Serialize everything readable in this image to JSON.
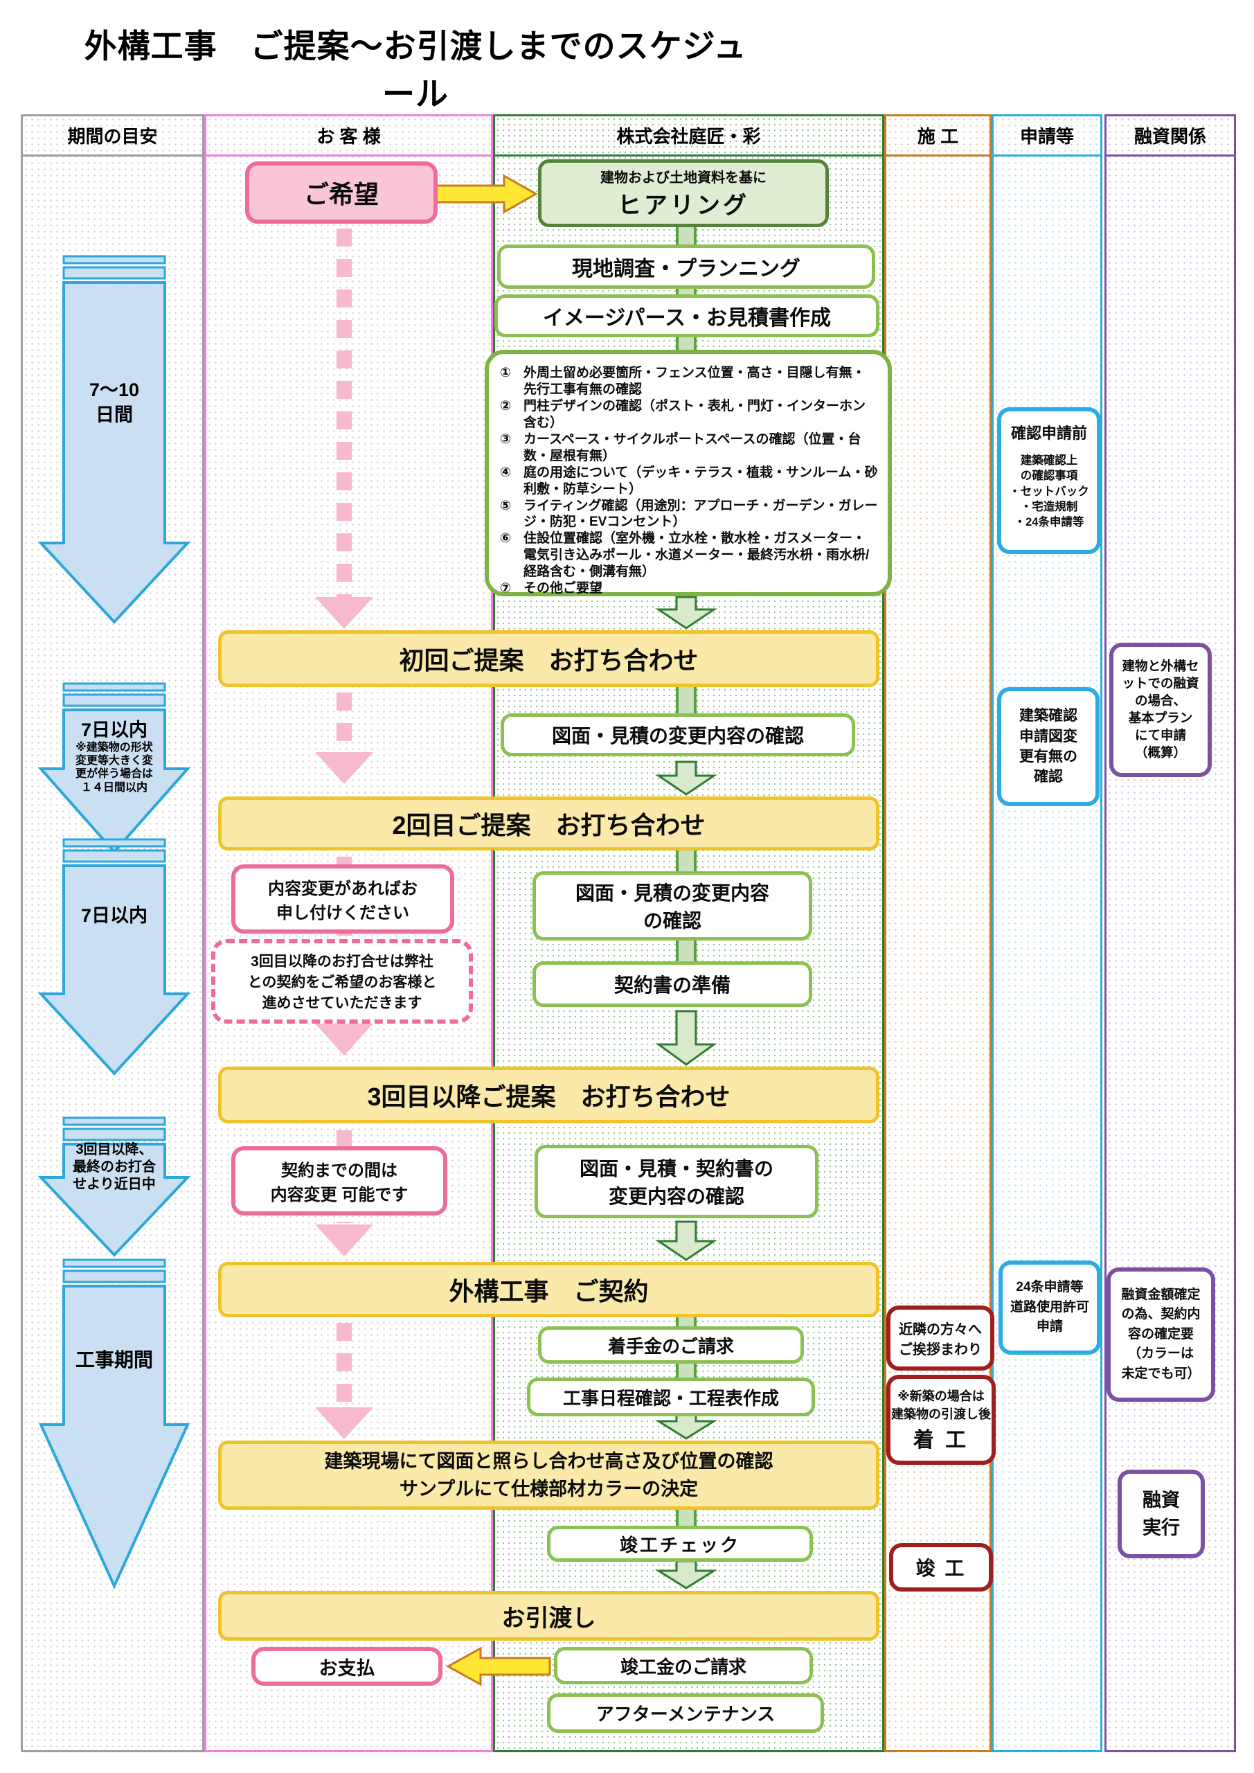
{
  "title": "外構工事　ご提案～お引渡しまでのスケジュール",
  "colors": {
    "pink_border": "#EF6B9B",
    "pink_fill": "#F9C6D6",
    "pink_arrow": "#F7B9CE",
    "yellow_fill": "#FBE9A9",
    "yellow_border": "#EFC32A",
    "green_dark": "#54823A",
    "green_light_border": "#8CC152",
    "green_box_fill": "#DFEDD2",
    "flow_arrow_green": "#2F7D31",
    "timeline_blue": "#2BA7DC",
    "timeline_fill": "#CADFF1",
    "construction_red": "#9E1F1F",
    "application_blue": "#2BACE2",
    "finance_purple": "#7B52A3",
    "construction_orange": "#CC7A28",
    "customer_magenta": "#EE7FE0",
    "company_green": "#2E7D32"
  },
  "columns": {
    "period": "期間の目安",
    "customer": "お 客 様",
    "company": "株式会社庭匠・彩",
    "construction": "施 工",
    "application": "申請等",
    "finance": "融資関係"
  },
  "period": {
    "arrows": [
      {
        "label": "7～10\n日間"
      },
      {
        "label": "7日以内",
        "note": "※建築物の形状\n変更等大きく変\n更が伴う場合は\n１４日間以内"
      },
      {
        "label": "7日以内"
      },
      {
        "label": "3回目以降、\n最終のお打合\nせより近日中"
      },
      {
        "label": "工事期間"
      }
    ]
  },
  "customer": {
    "wish": "ご希望",
    "change_request": "内容変更があればお\n申し付けください",
    "third_meeting_note": "3回目以降のお打合せは弊社\nとの契約をご希望のお客様と\n進めさせていただきます",
    "until_contract": "契約までの間は\n内容変更 可能です",
    "payment": "お支払"
  },
  "company": {
    "hearing_sub": "建物および土地資料を基に",
    "hearing": "ヒアリング",
    "survey": "現地調査・プランニング",
    "estimate": "イメージパース・お見積書作成",
    "checklist": [
      {
        "num": "①",
        "text": "外周土留め必要箇所・フェンス位置・高さ・目隠し有無・先行工事有無の確認"
      },
      {
        "num": "②",
        "text": "門柱デザインの確認（ポスト・表札・門灯・インターホン含む）"
      },
      {
        "num": "③",
        "text": "カースペース・サイクルポートスペースの確認（位置・台数・屋根有無）"
      },
      {
        "num": "④",
        "text": "庭の用途について（デッキ・テラス・植栽・サンルーム・砂利敷・防草シート）"
      },
      {
        "num": "⑤",
        "text": "ライティング確認（用途別：アプローチ・ガーデン・ガレージ・防犯・EVコンセント）"
      },
      {
        "num": "⑥",
        "text": "住設位置確認（室外機・立水栓・散水栓・ガスメーター・電気引き込みポール・水道メーター・最終汚水枡・雨水枡/経路含む・側溝有無）"
      },
      {
        "num": "⑦",
        "text": "その他ご要望"
      }
    ],
    "meeting1": "初回ご提案　お打ち合わせ",
    "check1": "図面・見積の変更内容の確認",
    "meeting2": "2回目ご提案　お打ち合わせ",
    "check2": "図面・見積の変更内容\nの確認",
    "contract_prep": "契約書の準備",
    "meeting3": "3回目以降ご提案　お打ち合わせ",
    "check3": "図面・見積・契約書の\n変更内容の確認",
    "contract": "外構工事　ご契約",
    "deposit": "着手金のご請求",
    "schedule": "工事日程確認・工程表作成",
    "site_check": "建築現場にて図面と照らし合わせ高さ及び位置の確認\nサンプルにて仕様部材カラーの決定",
    "completion_check": "竣工チェック",
    "handover": "お引渡し",
    "final_bill": "竣工金のご請求",
    "aftercare": "アフターメンテナンス"
  },
  "construction": {
    "greeting": "近隣の方々へ\nご挨拶まわり",
    "start_note": "※新築の場合は\n建築物の引渡し後",
    "start_label": "着 工",
    "completion_label": "竣 工"
  },
  "application": {
    "pre_title": "確認申請前",
    "pre_body": "建築確認上\nの確認事項\n・セットバック\n・宅造規制\n・24条申請等",
    "change_check": "建築確認\n申請図変\n更有無の\n確認",
    "road_permit": "24条申請等\n道路使用許可\n申請"
  },
  "finance": {
    "set_loan": "建物と外構セ\nットでの融資\nの場合、\n基本プラン\nにて申請\n（概算）",
    "amount_confirm": "融資金額確定\nの為、契約内\n容の確定要\n（カラーは\n未定でも可）",
    "execution": "融資\n実行"
  }
}
